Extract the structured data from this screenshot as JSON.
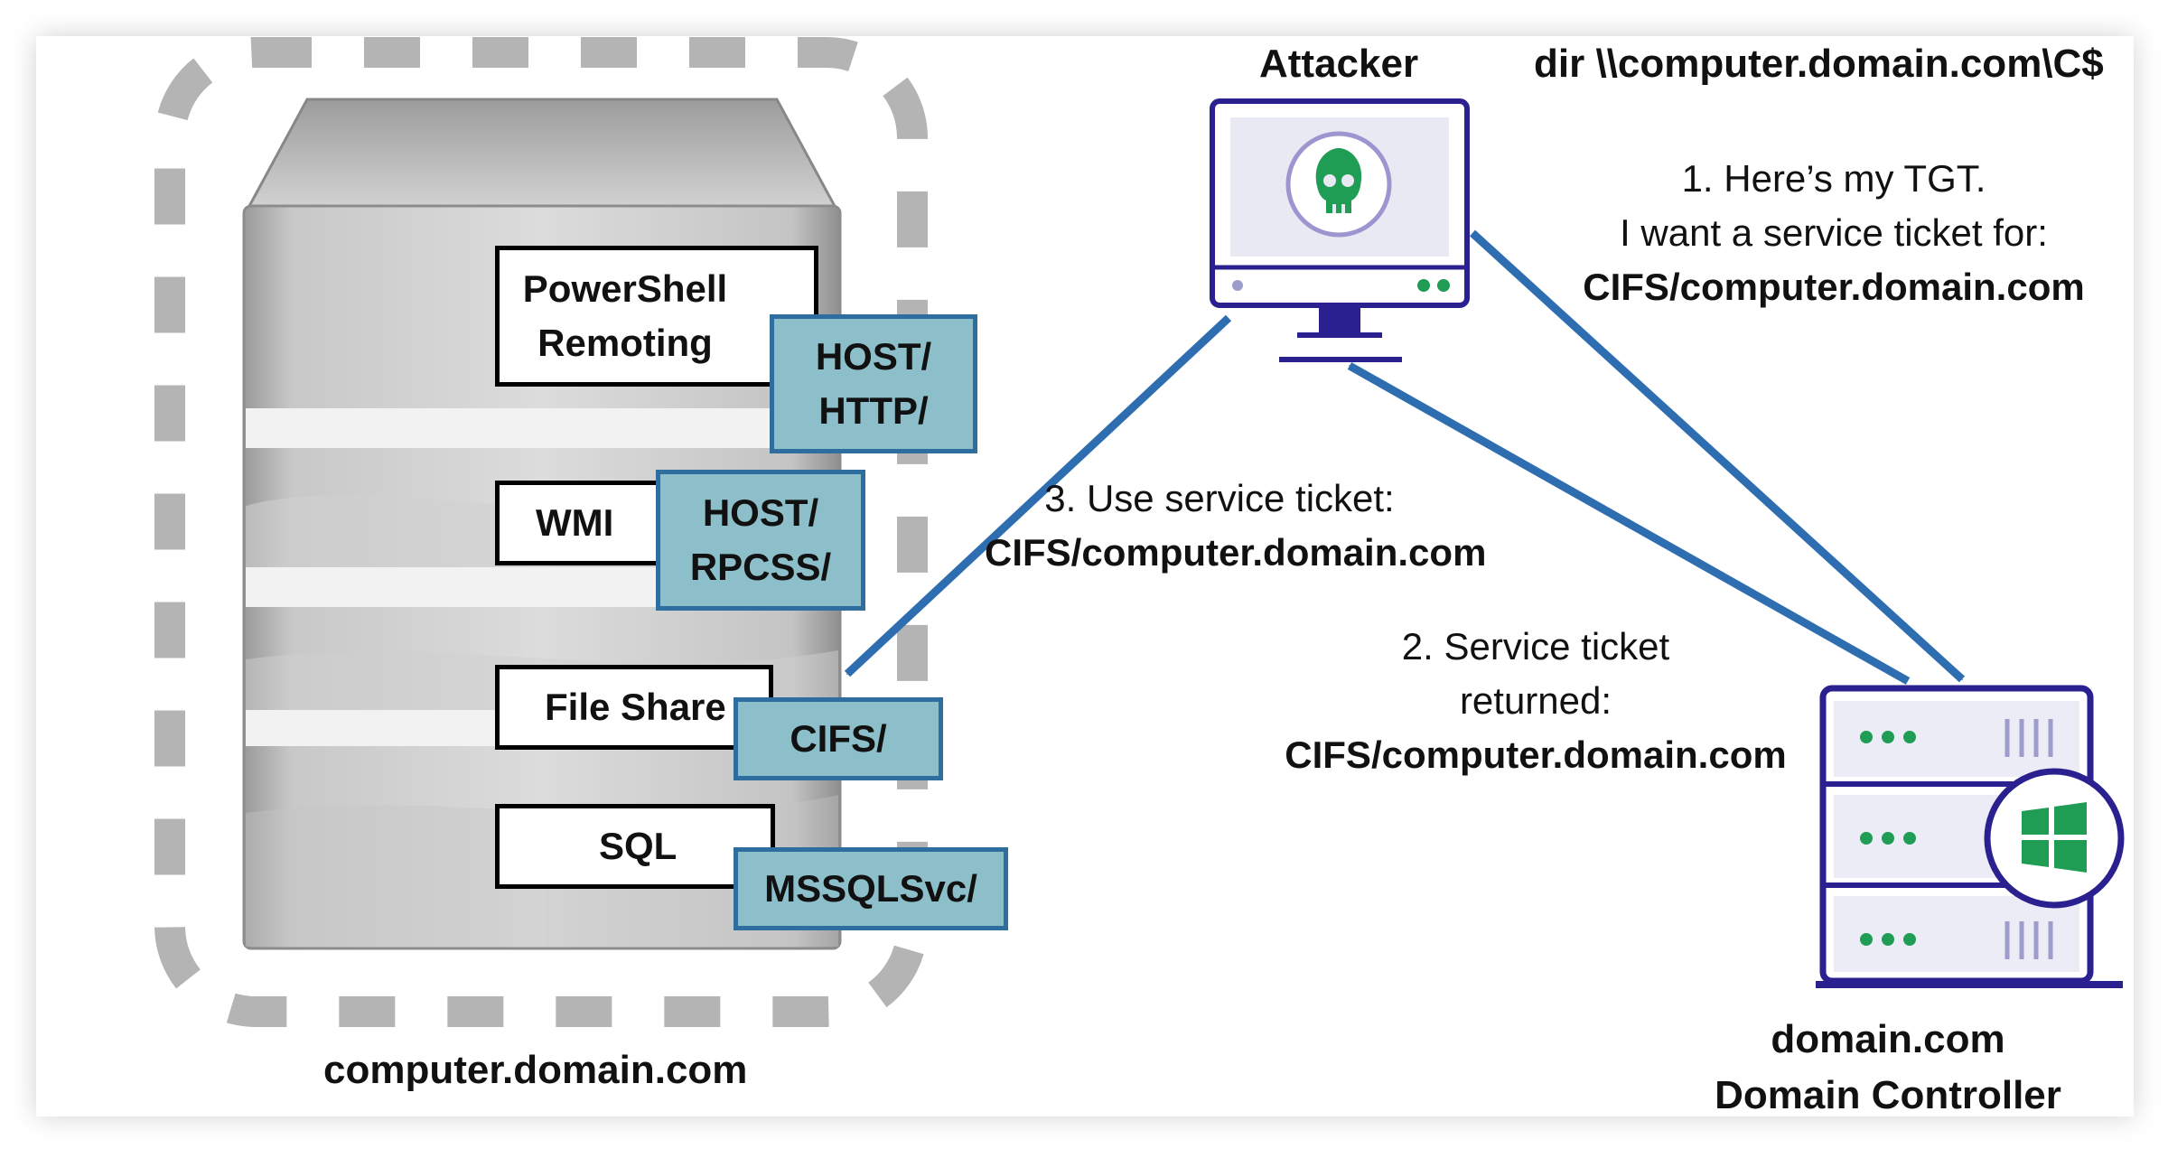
{
  "server": {
    "caption": "computer.domain.com",
    "services": [
      {
        "name_lines": [
          "PowerShell",
          "Remoting"
        ],
        "spn_lines": [
          "HOST/",
          "HTTP/"
        ]
      },
      {
        "name_lines": [
          "WMI"
        ],
        "spn_lines": [
          "HOST/",
          "RPCSS/"
        ]
      },
      {
        "name_lines": [
          "File Share"
        ],
        "spn_lines": [
          "CIFS/"
        ]
      },
      {
        "name_lines": [
          "SQL"
        ],
        "spn_lines": [
          "MSSQLSvc/"
        ]
      }
    ]
  },
  "attacker": {
    "title": "Attacker",
    "command": "dir \\\\computer.domain.com\\C$",
    "icon": "skull-icon"
  },
  "domain_controller": {
    "caption_line1": "domain.com",
    "caption_line2": "Domain Controller",
    "icon": "windows-logo-icon"
  },
  "steps": {
    "step1": {
      "line1": "1. Here’s my TGT.",
      "line2": "I want a service ticket for:",
      "line3": "CIFS/computer.domain.com"
    },
    "step2": {
      "line1": "2. Service ticket",
      "line2": "returned:",
      "line3": "CIFS/computer.domain.com"
    },
    "step3": {
      "line1": "3. Use service ticket:",
      "line2": "CIFS/computer.domain.com"
    }
  },
  "colors": {
    "arrow": "#2e6eb0",
    "spn_fill": "#8cbfc9",
    "spn_border": "#2d6e9e",
    "device_outline": "#2a2090",
    "device_accent": "#1f9d55"
  }
}
